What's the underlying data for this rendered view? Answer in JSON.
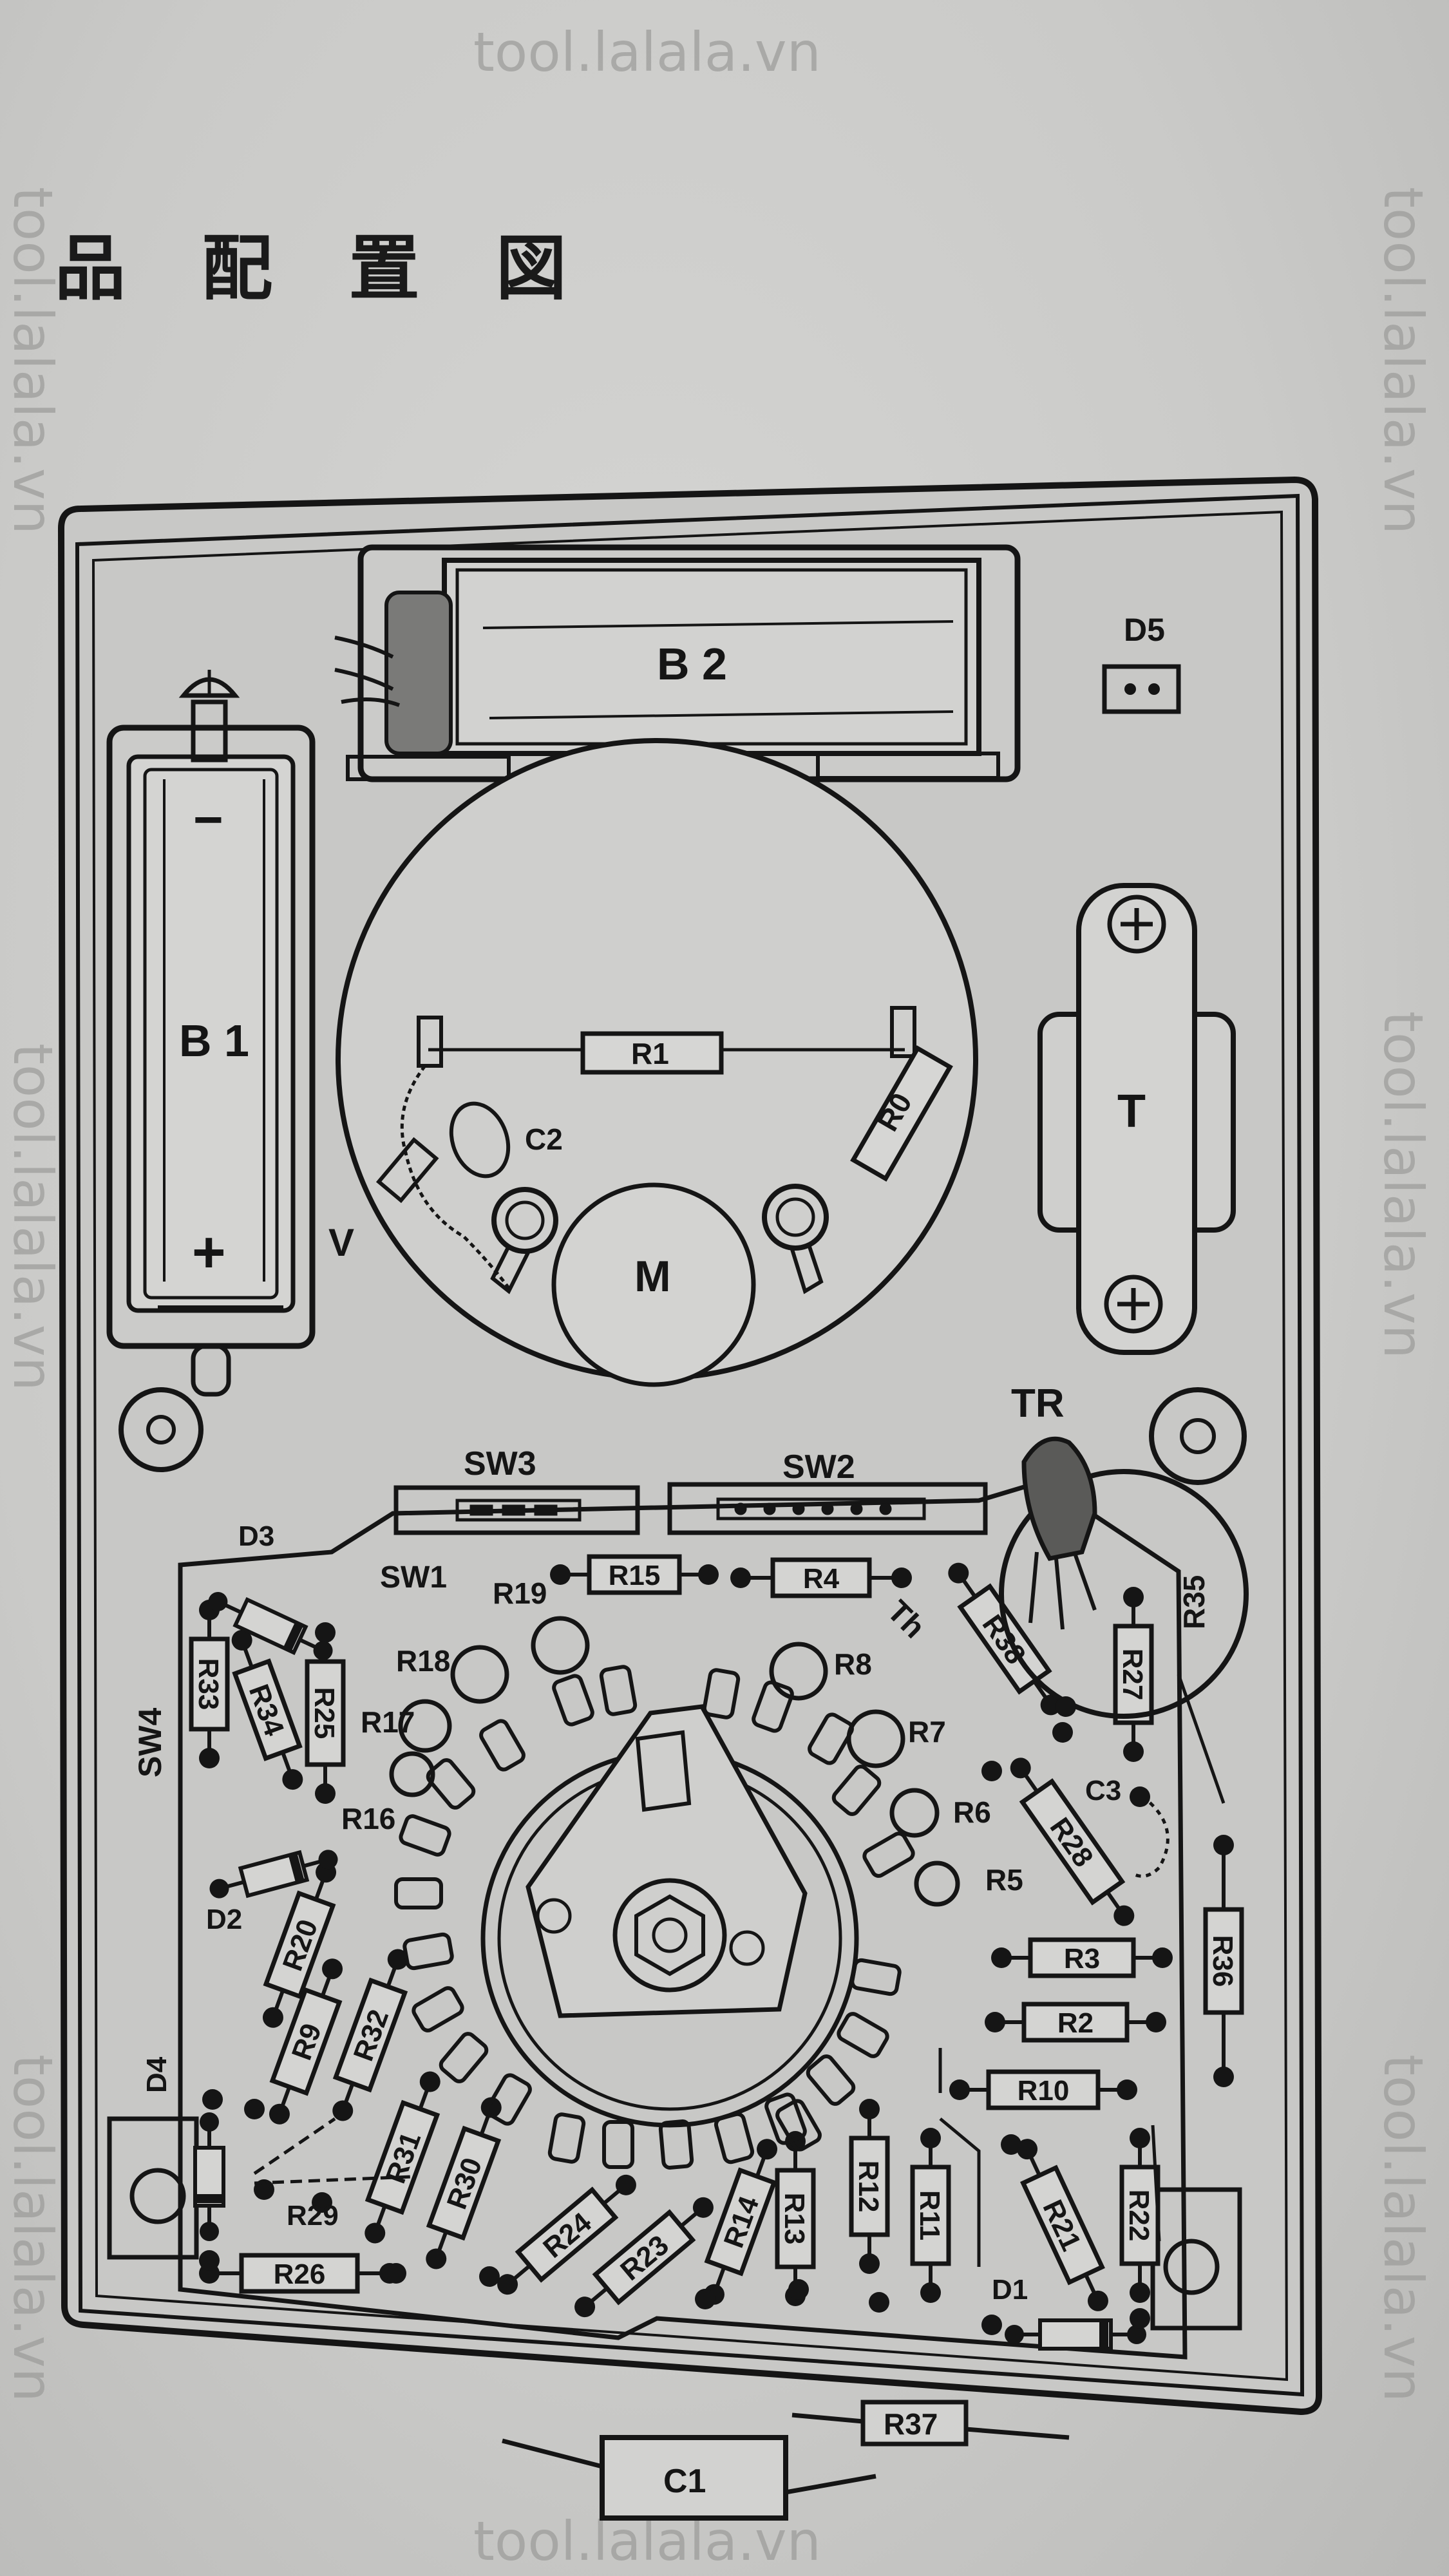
{
  "page": {
    "title": "品 配 置 図",
    "watermark": "tool.lalala.vn"
  },
  "colors": {
    "ink": "#151515",
    "paper": "#cfcfcd",
    "body": "#c4c4c2"
  },
  "components": {
    "batteries": {
      "b1": "B 1",
      "b1_minus": "−",
      "b1_plus": "+",
      "b2": "B 2"
    },
    "meter": {
      "label": "M",
      "r1": "R1",
      "r0": "R0",
      "c2": "C2"
    },
    "transformer": "T",
    "transistor": "TR",
    "switches": {
      "sw1": "SW1",
      "sw2": "SW2",
      "sw3": "SW3",
      "sw4": "SW4"
    },
    "diodes": {
      "d1": "D1",
      "d2": "D2",
      "d3": "D3",
      "d4": "D4",
      "d5": "D5"
    },
    "capacitors": {
      "c1": "C1",
      "c3": "C3"
    },
    "misc": {
      "v": "V",
      "th": "Th"
    },
    "resistors": {
      "r2": "R2",
      "r3": "R3",
      "r4": "R4",
      "r5": "R5",
      "r6": "R6",
      "r7": "R7",
      "r8": "R8",
      "r9": "R9",
      "r10": "R10",
      "r11": "R11",
      "r12": "R12",
      "r13": "R13",
      "r14": "R14",
      "r15": "R15",
      "r16": "R16",
      "r17": "R17",
      "r18": "R18",
      "r19": "R19",
      "r20": "R20",
      "r21": "R21",
      "r22": "R22",
      "r23": "R23",
      "r24": "R24",
      "r25": "R25",
      "r26": "R26",
      "r27": "R27",
      "r28": "R28",
      "r29": "R29",
      "r30": "R30",
      "r31": "R31",
      "r32": "R32",
      "r33": "R33",
      "r34": "R34",
      "r35": "R35",
      "r36": "R36",
      "r37": "R37",
      "r38": "R38"
    }
  }
}
